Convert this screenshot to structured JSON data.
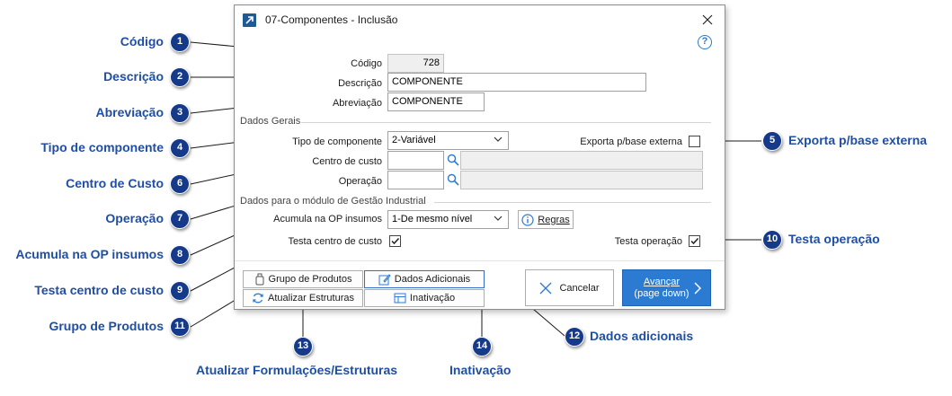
{
  "window": {
    "title": "07-Componentes - Inclusão"
  },
  "fields": {
    "codigo": {
      "label": "Código",
      "value": "728"
    },
    "descricao": {
      "label": "Descrição",
      "value": "COMPONENTE"
    },
    "abreviacao": {
      "label": "Abreviação",
      "value": "COMPONENTE"
    }
  },
  "dados_gerais": {
    "title": "Dados Gerais",
    "tipo_componente": {
      "label": "Tipo de componente",
      "value": "2-Variável"
    },
    "exporta": {
      "label": "Exporta p/base externa",
      "checked": false
    },
    "centro_custo": {
      "label": "Centro de custo",
      "value": "",
      "description": ""
    },
    "operacao": {
      "label": "Operação",
      "value": "",
      "description": ""
    }
  },
  "gestao_industrial": {
    "title": "Dados para o módulo de Gestão Industrial",
    "acumula": {
      "label": "Acumula na OP insumos",
      "value": "1-De mesmo nível"
    },
    "regras_button": "Regras",
    "testa_centro": {
      "label": "Testa centro de custo",
      "checked": true
    },
    "testa_operacao": {
      "label": "Testa operação",
      "checked": true
    }
  },
  "footer_buttons": {
    "grupo_produtos": "Grupo de Produtos",
    "dados_adicionais": "Dados Adicionais",
    "atualizar_estruturas": "Atualizar Estruturas",
    "inativacao": "Inativação",
    "cancelar": "Cancelar",
    "avancar": "Avançar",
    "avancar_sub": "(page down)"
  },
  "callouts": [
    {
      "n": "1",
      "text": "Código"
    },
    {
      "n": "2",
      "text": "Descrição"
    },
    {
      "n": "3",
      "text": "Abreviação"
    },
    {
      "n": "4",
      "text": "Tipo de componente"
    },
    {
      "n": "5",
      "text": "Exporta p/base externa"
    },
    {
      "n": "6",
      "text": "Centro de Custo"
    },
    {
      "n": "7",
      "text": "Operação"
    },
    {
      "n": "8",
      "text": "Acumula na OP insumos"
    },
    {
      "n": "9",
      "text": "Testa centro de custo"
    },
    {
      "n": "10",
      "text": "Testa operação"
    },
    {
      "n": "11",
      "text": "Grupo de Produtos"
    },
    {
      "n": "12",
      "text": "Dados adicionais"
    },
    {
      "n": "13",
      "text": "Atualizar Formulações/Estruturas"
    },
    {
      "n": "14",
      "text": "Inativação"
    }
  ],
  "colors": {
    "callout_text": "#1f4ea3",
    "marker": "#163a8a",
    "accent": "#2b7bd2"
  }
}
